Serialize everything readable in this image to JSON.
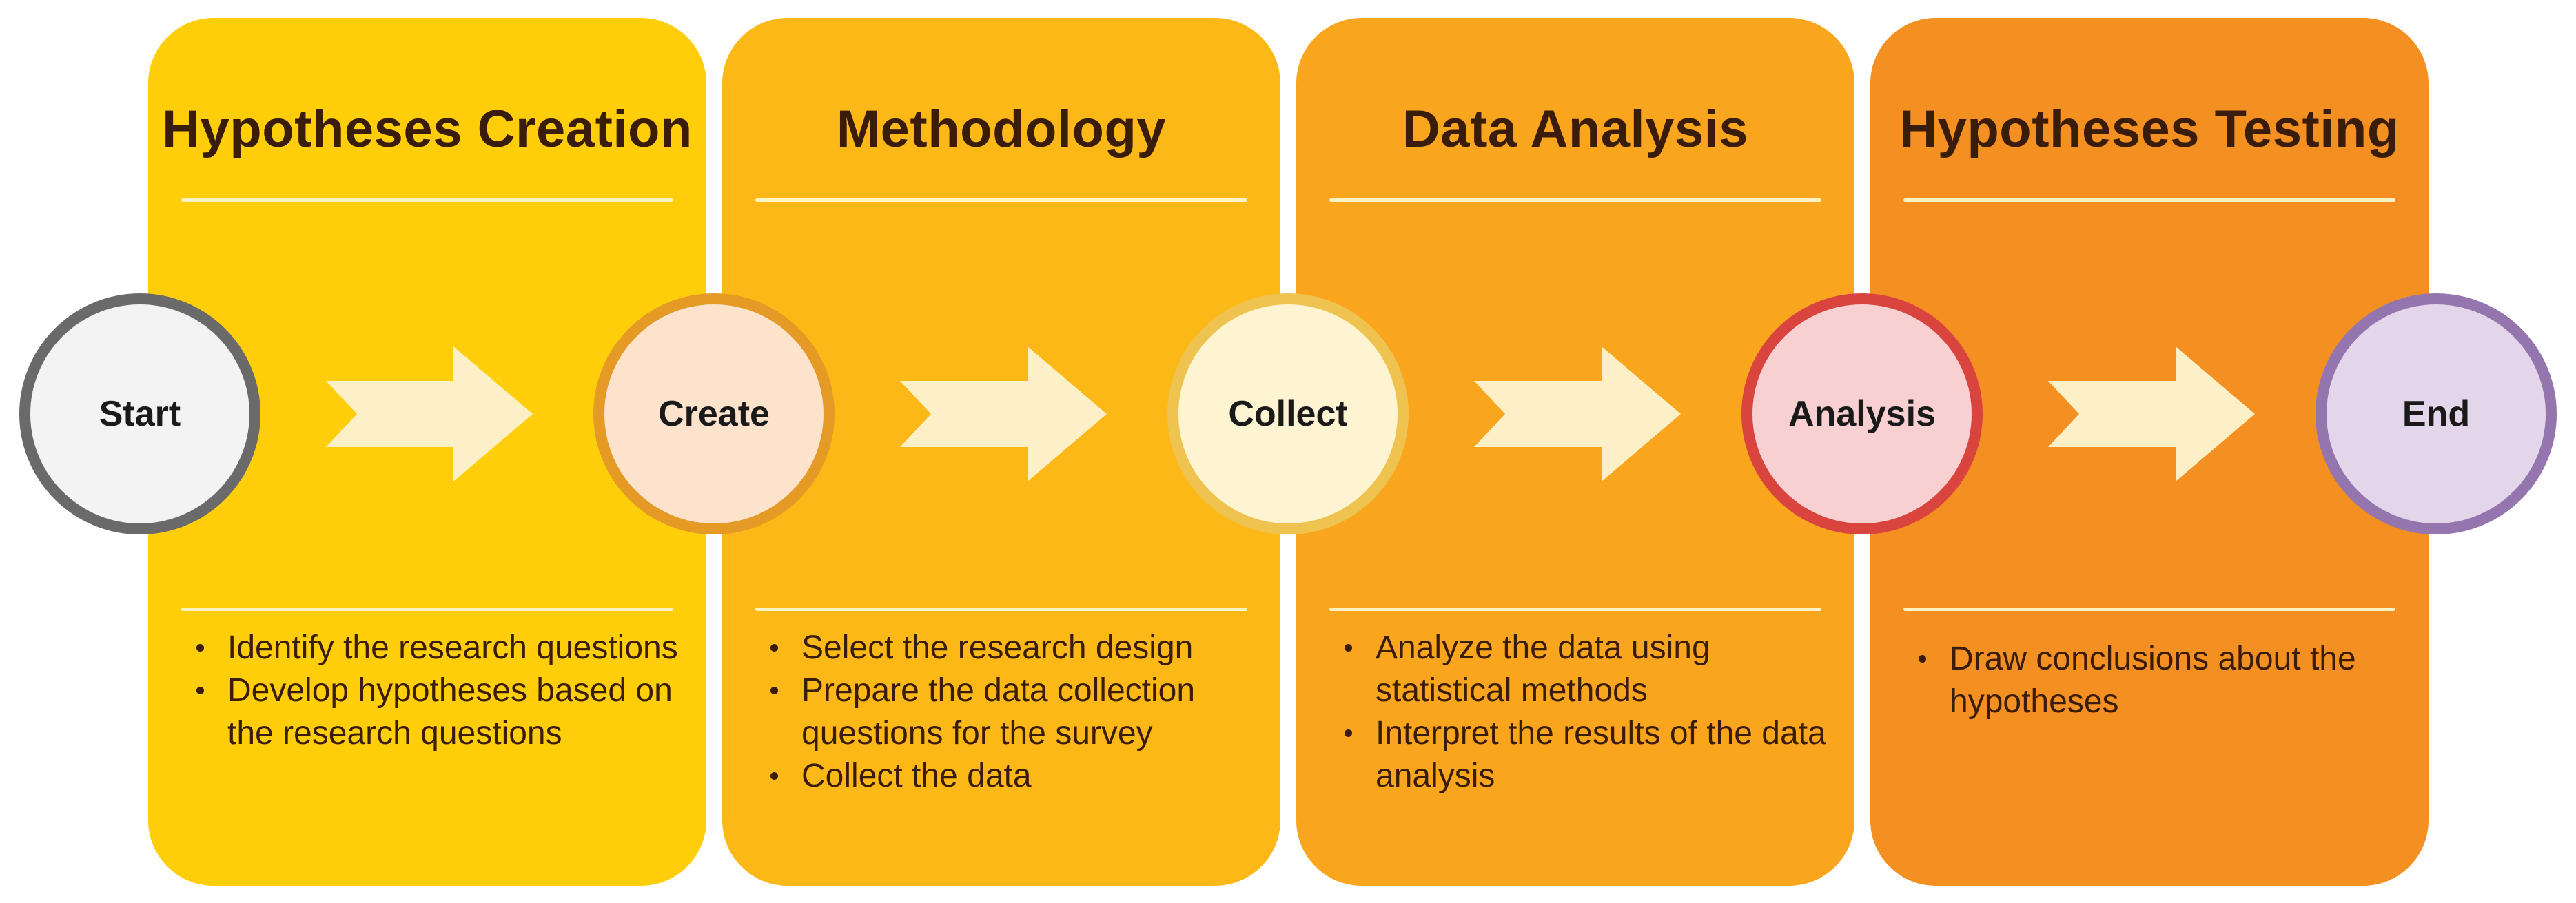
{
  "stages": [
    {
      "title": "Hypotheses Creation",
      "bullets": [
        "Identify the research questions",
        "Develop hypotheses based on the research questions"
      ],
      "color": "#ffce0a"
    },
    {
      "title": "Methodology",
      "bullets": [
        "Select the research design",
        "Prepare the data collection questions for the survey",
        "Collect the data"
      ],
      "color": "#fbb817"
    },
    {
      "title": "Data Analysis",
      "bullets": [
        "Analyze the data using statistical methods",
        "Interpret the results of the data analysis"
      ],
      "color": "#f9a51d"
    },
    {
      "title": "Hypotheses Testing",
      "bullets": [
        "Draw conclusions about the hypotheses"
      ],
      "color": "#f49022"
    }
  ],
  "nodes": [
    {
      "label": "Start",
      "fill": "#f3f3f3",
      "border": "#6a6a6a"
    },
    {
      "label": "Create",
      "fill": "#fde2cc",
      "border": "#e59a25"
    },
    {
      "label": "Collect",
      "fill": "#fff4d2",
      "border": "#efc34f"
    },
    {
      "label": "Analysis",
      "fill": "#f9d0d1",
      "border": "#d9443f"
    },
    {
      "label": "End",
      "fill": "#e4d6ea",
      "border": "#9575ae"
    }
  ],
  "arrow_color": "#fdf0c6"
}
